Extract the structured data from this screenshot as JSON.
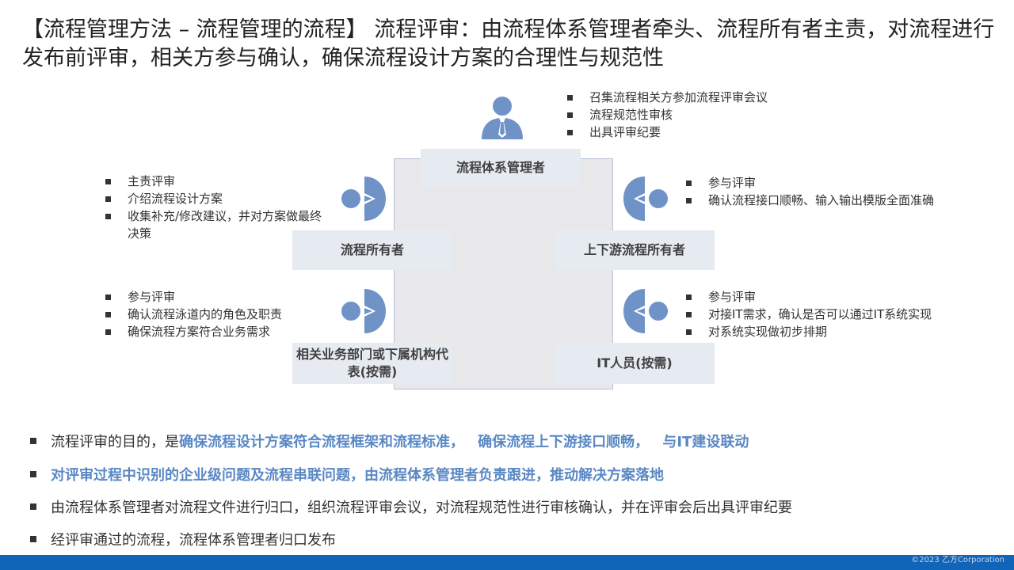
{
  "title": "【流程管理方法 – 流程管理的流程】  流程评审：由流程体系管理者牵头、流程所有者主责，对流程进行发布前评审，相关方参与确认，确保流程设计方案的合理性与规范性",
  "diagram": {
    "top": {
      "label": "流程体系管理者",
      "bullets": [
        "召集流程相关方参加流程评审会议",
        "流程规范性审核",
        "出具评审纪要"
      ]
    },
    "left_top": {
      "label": "流程所有者",
      "bullets": [
        "主责评审",
        "介绍流程设计方案",
        "收集补充/修改建议，并对方案做最终决策"
      ]
    },
    "right_top": {
      "label": "上下游流程所有者",
      "bullets": [
        "参与评审",
        "确认流程接口顺畅、输入输出模版全面准确"
      ]
    },
    "left_bottom": {
      "label": "相关业务部门或下属机构代表(按需)",
      "bullets": [
        "参与评审",
        "确认流程泳道内的角色及职责",
        "确保流程方案符合业务需求"
      ]
    },
    "right_bottom": {
      "label": "IT人员(按需)",
      "bullets": [
        "参与评审",
        "对接IT需求，确认是否可以通过IT系统实现",
        "对系统实现做初步排期"
      ]
    }
  },
  "bottom_points": [
    {
      "plain": "流程评审的目的，是",
      "bold1": "确保流程设计方案符合流程框架和流程标准，",
      "bold2": "确保流程上下游接口顺畅，",
      "bold3": "与IT建设联动"
    },
    {
      "bold": "对评审过程中识别的企业级问题及流程串联问题，由流程体系管理者负责跟进，推动解决方案落地"
    },
    {
      "plain": "由流程体系管理者对流程文件进行归口，组织流程评审会议，对流程规范性进行审核确认，并在评审会后出具评审纪要"
    },
    {
      "plain": "经评审通过的流程，流程体系管理者归口发布"
    }
  ],
  "footer": "©2023 乙方Corporation",
  "colors": {
    "accent": "#5a88c4",
    "icon": "#6f93c6",
    "footer_bar": "#1065b9",
    "label_bg": "#e6eaf1"
  },
  "icons": [
    "manager-person-icon",
    "person-facing-right-icon",
    "person-facing-left-icon"
  ]
}
